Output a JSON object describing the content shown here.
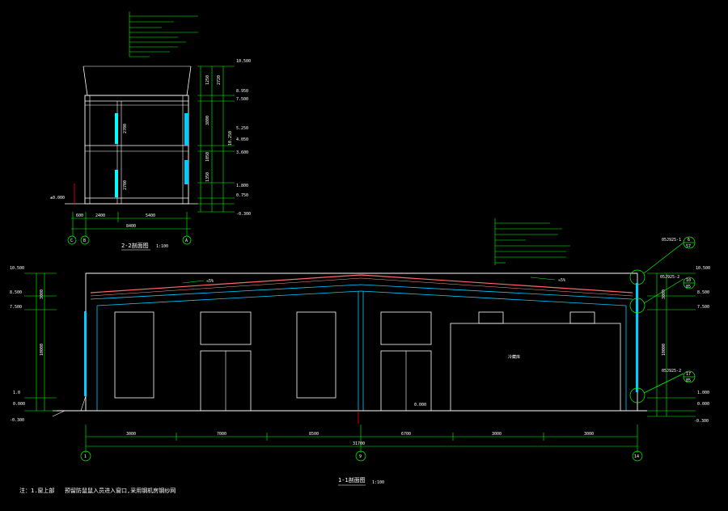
{
  "section22": {
    "title": "2-2剖面图",
    "scale": "1:100",
    "levels": [
      "10.500",
      "8.950",
      "7.500",
      "5.250",
      "4.050",
      "3.600",
      "1.800",
      "0.750",
      "-0.300"
    ],
    "ground_label": "±0.000",
    "vdims": [
      "1250",
      "2720",
      "3800",
      "1050",
      "1350",
      "10.250"
    ],
    "window_heights": [
      "2700",
      "2700"
    ],
    "hdims": [
      "600",
      "2400",
      "5400"
    ],
    "total": "8400",
    "axes": [
      "C",
      "B",
      "A"
    ]
  },
  "section11": {
    "title": "1-1剖面图",
    "scale": "1:100",
    "left_levels": [
      "10.500",
      "8.500",
      "7.500",
      "1.0",
      "0.000",
      "-0.300"
    ],
    "right_levels": [
      "10.500",
      "8.500",
      "7.500",
      "1.000",
      "0.000",
      "-0.300"
    ],
    "left_vdims": [
      "3000",
      "10000"
    ],
    "right_vdims": [
      "3000",
      "10000"
    ],
    "slope_left": "≈5%",
    "slope_right": "≈5%",
    "room_label": "冷藏库",
    "floor_mark": "0.000",
    "bay_dims": [
      "3000",
      "7000",
      "8500",
      "6700",
      "3000",
      "3000"
    ],
    "total": "31700",
    "axes": [
      "1",
      "9",
      "14"
    ],
    "details": [
      {
        "ref": "05J925-1",
        "num": "6",
        "den": "57"
      },
      {
        "ref": "05J925-2",
        "num": "10",
        "den": "85"
      },
      {
        "ref": "05J925-2",
        "num": "17",
        "den": "85"
      }
    ]
  },
  "note": {
    "prefix": "注：1.窗上部",
    "text": "预留防鼠鼠入员进入窗口,采用钢机房钢纱网"
  },
  "colors": {
    "background": "#000000",
    "line": "#ffffff",
    "dim": "#00ff00",
    "structure": "#00ccff",
    "roof": "#ff6666",
    "window": "#00ffff",
    "axis": "#ff0000"
  }
}
